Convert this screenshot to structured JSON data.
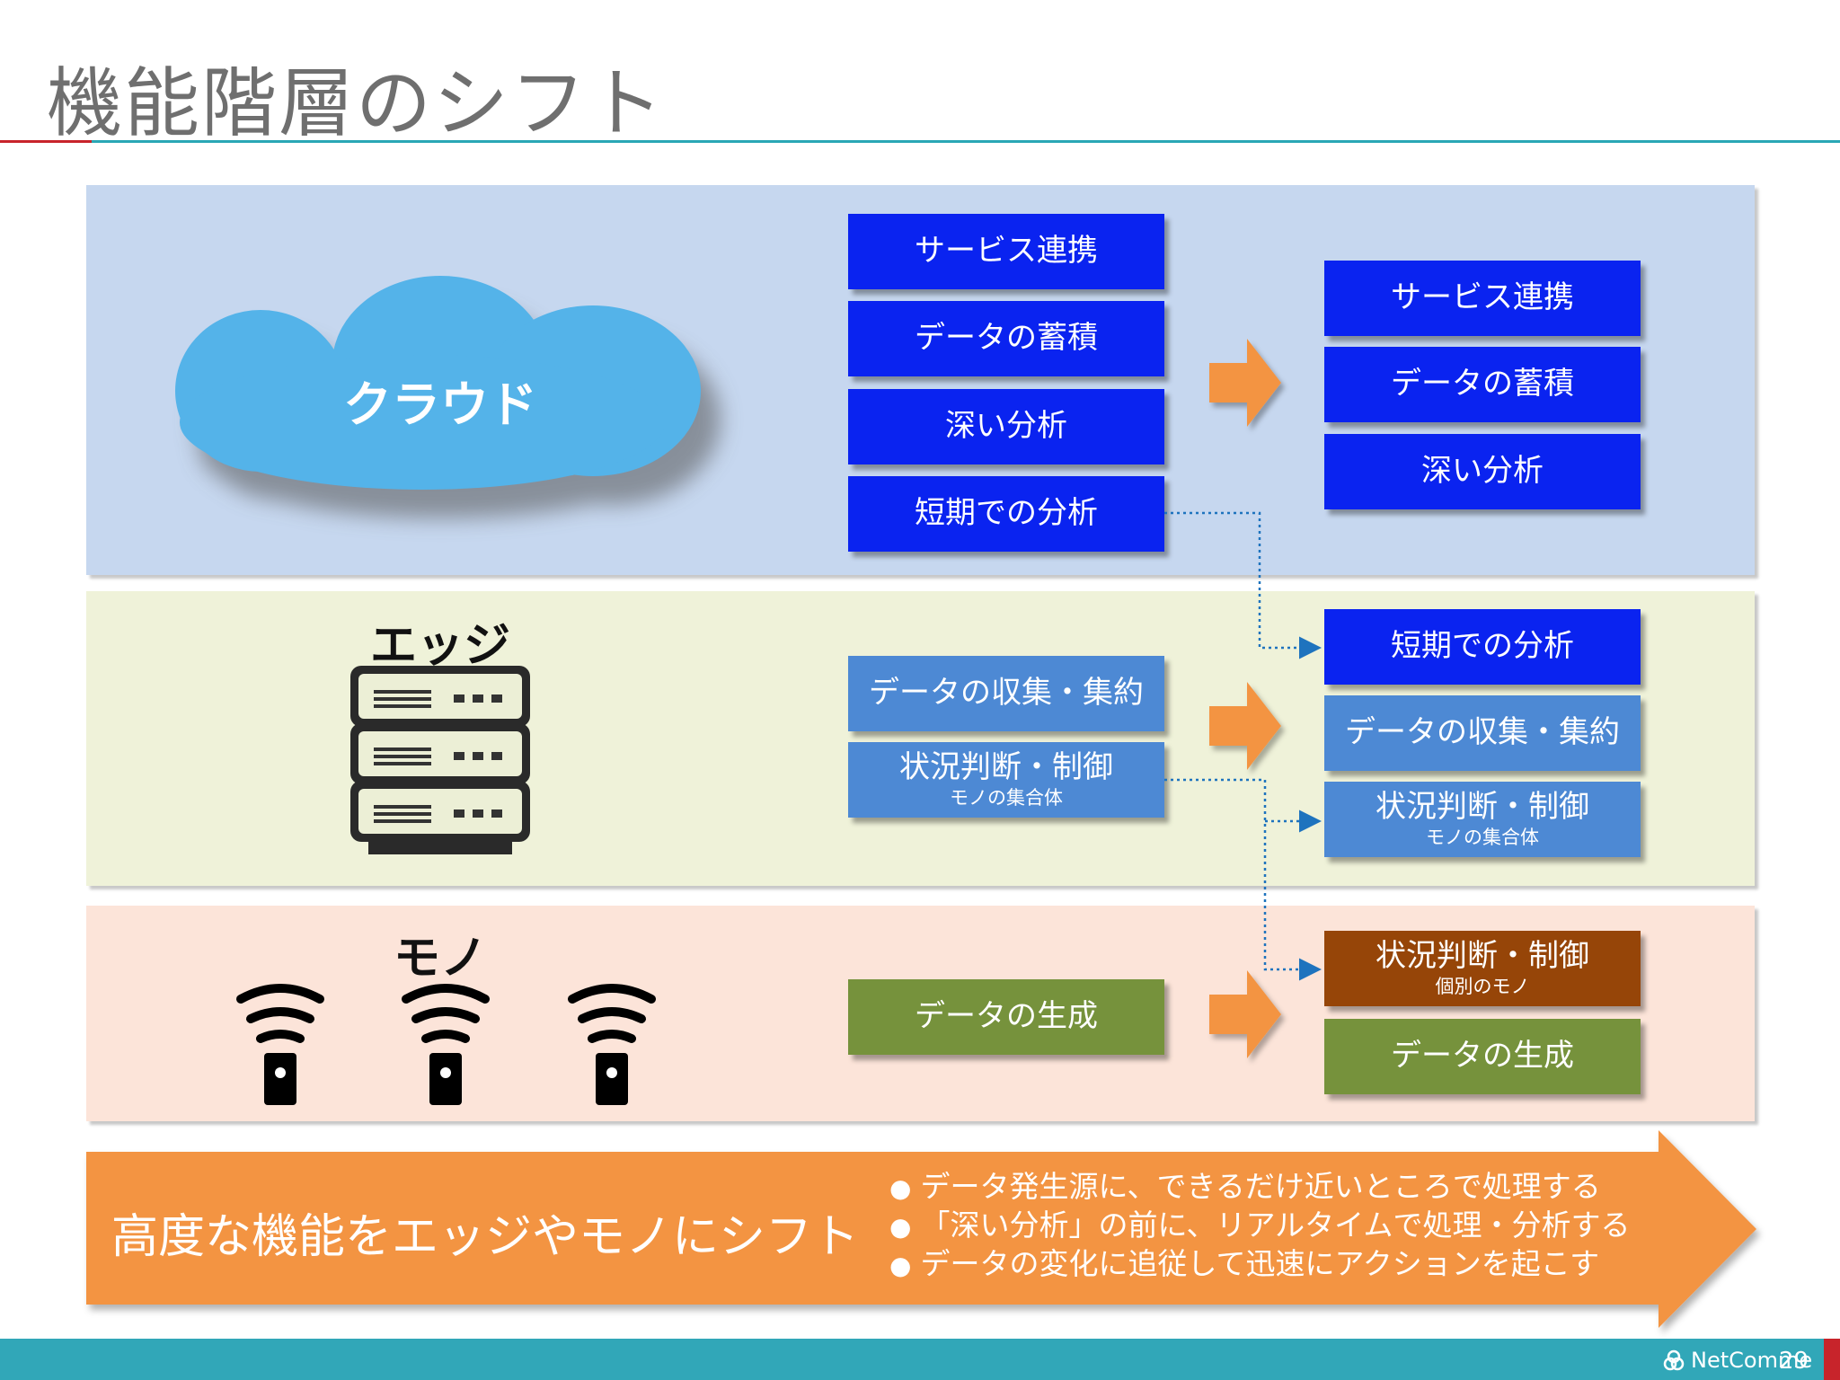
{
  "slide": {
    "title": "機能階層のシフト",
    "page_number": "29",
    "footer_logo": "NetComme"
  },
  "colors": {
    "cloud_band": "#c6d7ef",
    "edge_band": "#eff2d9",
    "thing_band": "#fce4d9",
    "dark_blue": "#0a23f0",
    "mid_blue": "#4d89d4",
    "green": "#76923c",
    "brown": "#964508",
    "orange": "#f39443",
    "teal": "#31a7b8"
  },
  "layers": {
    "cloud_label": "クラウド",
    "edge_label": "エッジ",
    "thing_label": "モノ"
  },
  "before": {
    "cloud": [
      "サービス連携",
      "データの蓄積",
      "深い分析",
      "短期での分析"
    ],
    "edge": [
      {
        "main": "データの収集・集約",
        "sub": ""
      },
      {
        "main": "状況判断・制御",
        "sub": "モノの集合体"
      }
    ],
    "thing": [
      "データの生成"
    ]
  },
  "after": {
    "cloud": [
      "サービス連携",
      "データの蓄積",
      "深い分析"
    ],
    "edge": [
      {
        "main": "短期での分析",
        "sub": ""
      },
      {
        "main": "データの収集・集約",
        "sub": ""
      },
      {
        "main": "状況判断・制御",
        "sub": "モノの集合体"
      }
    ],
    "thing": [
      {
        "main": "状況判断・制御",
        "sub": "個別のモノ"
      },
      {
        "main": "データの生成",
        "sub": ""
      }
    ]
  },
  "banner": {
    "headline": "高度な機能をエッジやモノにシフト",
    "bullets": [
      "データ発生源に、できるだけ近いところで処理する",
      "「深い分析」の前に、リアルタイムで処理・分析する",
      "データの変化に追従して迅速にアクションを起こす"
    ]
  }
}
